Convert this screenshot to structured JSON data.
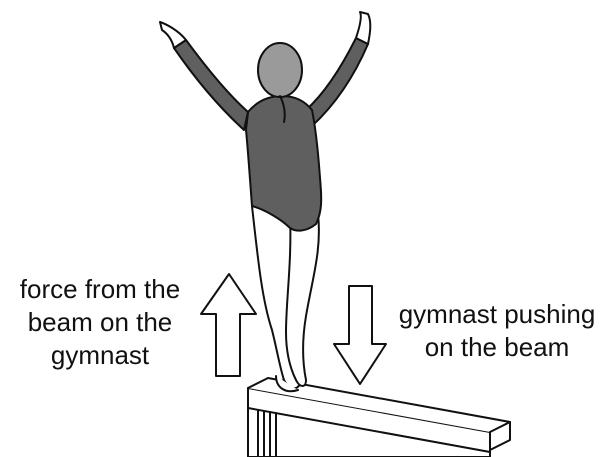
{
  "labels": {
    "up_force": [
      "force from the",
      "beam on the",
      "gymnast"
    ],
    "down_force": [
      "gymnast pushing",
      "on the beam"
    ]
  },
  "colors": {
    "leotard": "#5f5f5f",
    "hair": "#9a9a9a",
    "skin": "#ffffff",
    "outline": "#111111"
  }
}
